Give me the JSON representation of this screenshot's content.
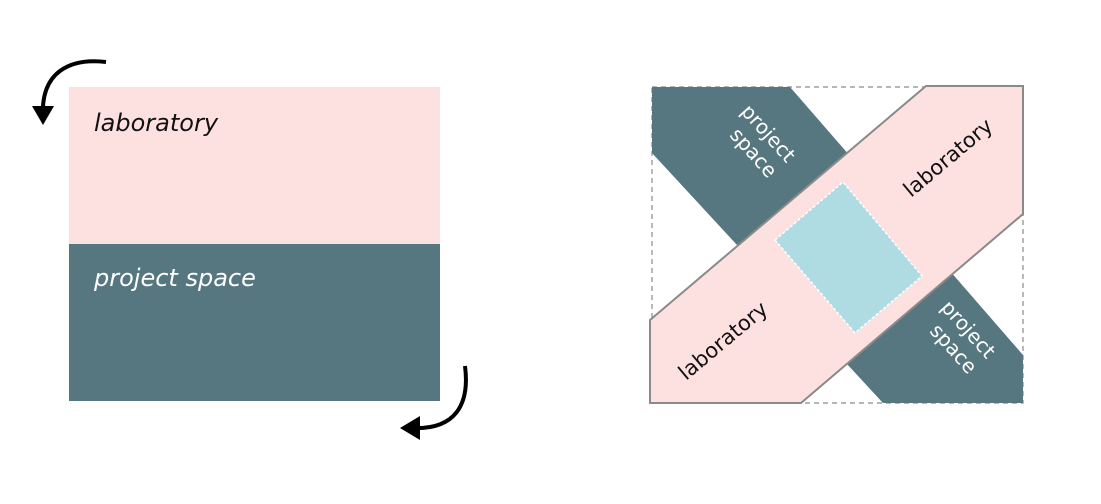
{
  "colors": {
    "laboratory": "#fde0e0",
    "project_space": "#56777f",
    "overlap": "#aedce2",
    "outline": "#8a8a8a",
    "label_dark": "#111111",
    "label_light": "#ffffff",
    "arrow": "#000000"
  },
  "left_diagram": {
    "top_label": "laboratory",
    "bottom_label": "project space"
  },
  "right_diagram": {
    "top_left_label": {
      "line1": "project",
      "line2": "space"
    },
    "top_right_label": "laboratory",
    "bottom_left_label": "laboratory",
    "bottom_right_label": {
      "line1": "project",
      "line2": "space"
    }
  }
}
